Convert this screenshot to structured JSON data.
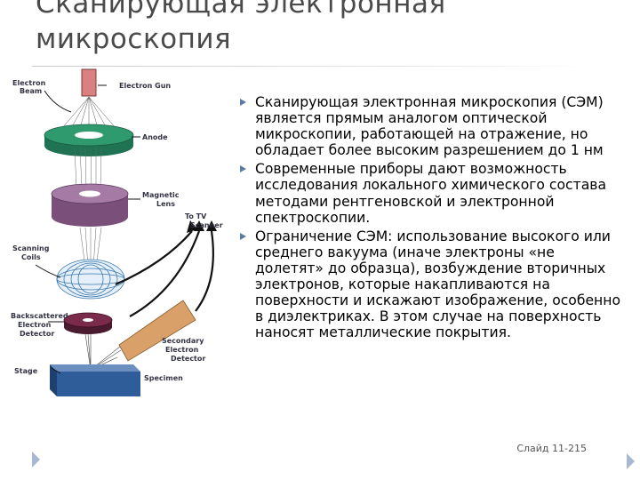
{
  "slide": {
    "title_line1": "Сканирующая электронная",
    "title_line2": "микроскопия",
    "footer": "Слайд 11-215"
  },
  "diagram": {
    "labels": {
      "electron_beam_1": "Electron",
      "electron_beam_2": "Beam",
      "electron_gun": "Electron Gun",
      "anode": "Anode",
      "magnetic_lens_1": "Magnetic",
      "magnetic_lens_2": "Lens",
      "to_tv_1": "To TV",
      "to_tv_2": "Scanner",
      "scanning_coils_1": "Scanning",
      "scanning_coils_2": "Coils",
      "backscattered_1": "Backscattered",
      "backscattered_2": "Electron",
      "backscattered_3": "Detector",
      "secondary_1": "Secondary",
      "secondary_2": "Electron",
      "secondary_3": "Detector",
      "stage": "Stage",
      "specimen": "Specimen"
    },
    "colors": {
      "gun": "#d98080",
      "anode_top": "#2f9a6e",
      "anode_side": "#1f7352",
      "lens_top": "#a57ba5",
      "lens_side": "#7a4f7a",
      "bse_detector": "#7a2a4a",
      "se_detector": "#d9a06a",
      "specimen": "#2e5d9a",
      "beam": "#555555"
    }
  },
  "bullets": [
    "Сканирующая электронная микроскопия (СЭМ) является прямым аналогом оптической микроскопии, работающей на отражение, но обладает более высоким разрешением до 1 нм",
    "Современные приборы дают возможность исследования локального химического состава методами рентгеновской и электронной спектроскопии.",
    "Ограничение СЭМ: использование высокого или среднего вакуума (иначе электроны «не долетят» до образца), возбуждение вторичных электронов, которые накапливаются на поверхности и искажают изображение, особенно в диэлектриках. В этом случае на поверхность наносят металлические покрытия."
  ]
}
